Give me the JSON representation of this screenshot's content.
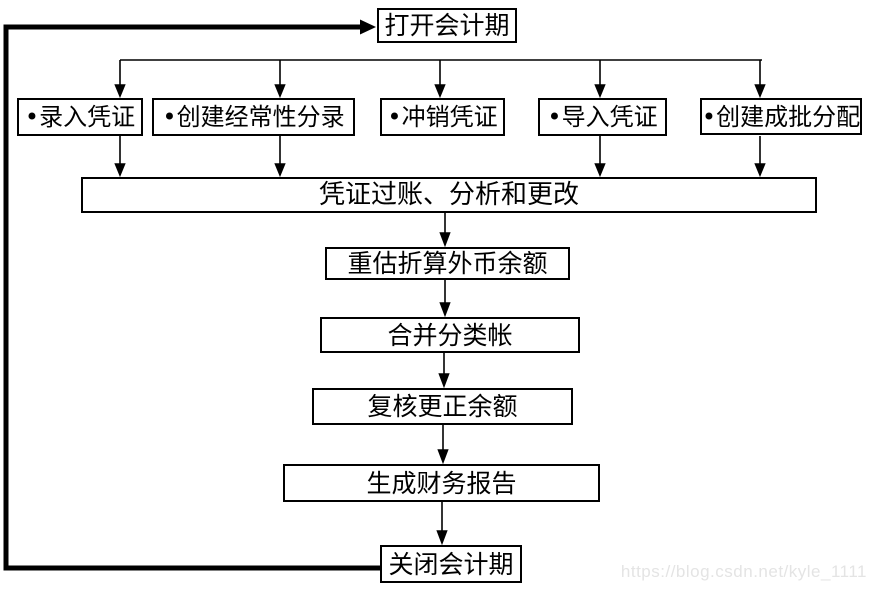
{
  "diagram": {
    "title_hint": "accounting-period-flowchart",
    "nodes": {
      "open_period": {
        "label": "打开会计期"
      },
      "enter_journal": {
        "label": "•录入凭证"
      },
      "create_recurring": {
        "label": "•创建经常性分录"
      },
      "reverse_journal": {
        "label": "•冲销凭证"
      },
      "import_journal": {
        "label": "•导入凭证"
      },
      "mass_allocation": {
        "label": "•创建成批分配"
      },
      "post_analyze": {
        "label": "凭证过账、分析和更改"
      },
      "revalue": {
        "label": "重估折算外币余额"
      },
      "consolidate": {
        "label": "合并分类帐"
      },
      "review_balance": {
        "label": "复核更正余额"
      },
      "report": {
        "label": "生成财务报告"
      },
      "close_period": {
        "label": "关闭会计期"
      }
    },
    "colors": {
      "line": "#000000",
      "box_border": "#000000",
      "box_fill": "#ffffff",
      "background": "#ffffff",
      "watermark": "#e4e4e4"
    }
  },
  "watermark": {
    "text": "https://blog.csdn.net/kyle_1111"
  }
}
